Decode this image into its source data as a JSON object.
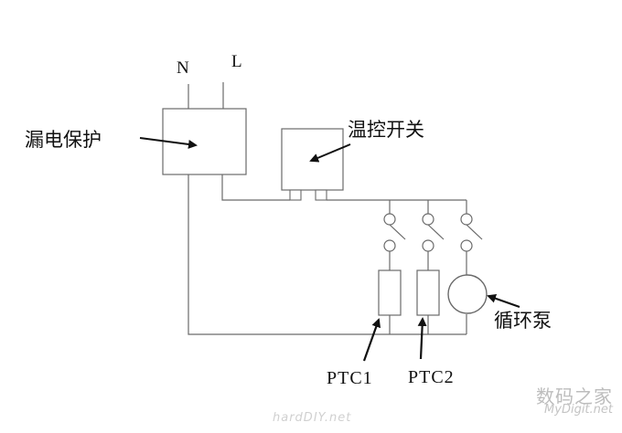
{
  "diagram": {
    "supply_N": "N",
    "supply_L": "L",
    "leakage_protector": "漏电保护",
    "thermostat_switch": "温控开关",
    "ptc1": "PTC1",
    "ptc2": "PTC2",
    "circulation_pump": "循环泵"
  },
  "watermarks": {
    "site_cn": "数码之家",
    "site_en": "MyDigit.net",
    "bottom": "hardDIY.net"
  },
  "colors": {
    "line": "#6a6a6a",
    "arrow": "#111111",
    "text": "#111111",
    "watermark": "#c8c8c8"
  }
}
